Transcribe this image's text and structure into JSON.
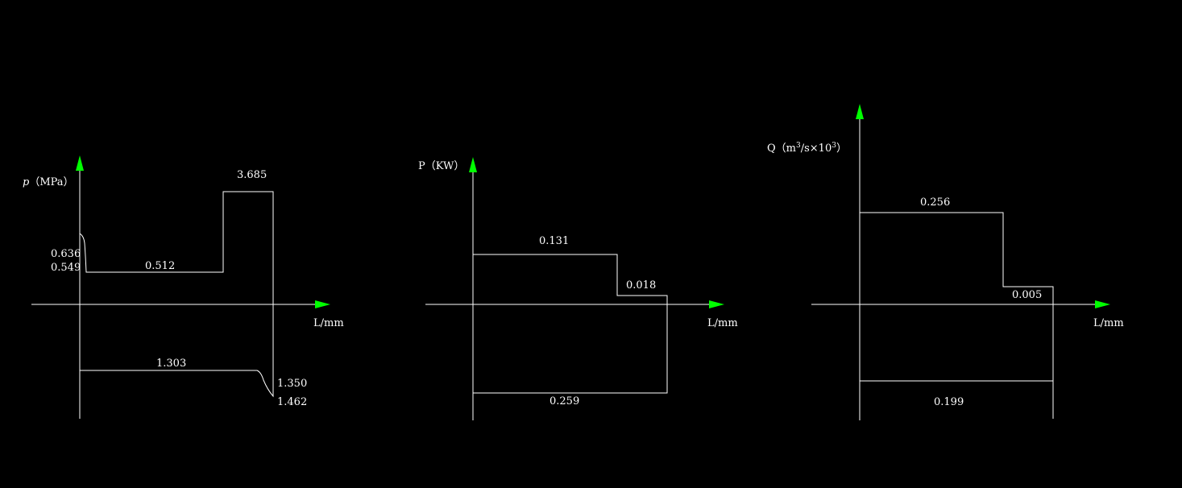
{
  "colors": {
    "background": "#000000",
    "line": "#ffffff",
    "arrowhead": "#00ff00",
    "text": "#ffffff"
  },
  "diagrams": {
    "pressure": {
      "ylabel_symbol": "p",
      "ylabel_unit": "（MPa）",
      "xlabel": "L/mm",
      "labels": {
        "peak": "3.685",
        "start_top": "0.636",
        "start_bottom": "0.549",
        "upper_level": "0.512",
        "lower_level": "1.303",
        "end_top": "1.350",
        "end_bottom": "1.462"
      }
    },
    "power": {
      "ylabel": "P（KW）",
      "xlabel": "L/mm",
      "labels": {
        "upper_level": "0.131",
        "step_level": "0.018",
        "lower_level": "0.259"
      }
    },
    "flow": {
      "ylabel_prefix": "Q（m",
      "ylabel_sup1": "3",
      "ylabel_middle": "/s×10",
      "ylabel_sup2": "3",
      "ylabel_suffix": "）",
      "xlabel": "L/mm",
      "labels": {
        "upper_level": "0.256",
        "step_level": "0.005",
        "lower_level": "0.199"
      }
    }
  }
}
